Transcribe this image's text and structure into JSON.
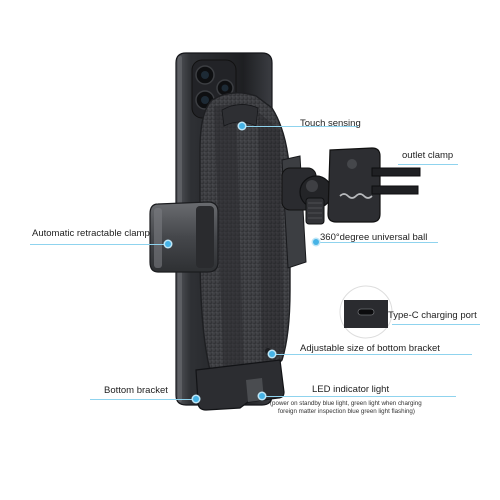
{
  "callouts": {
    "touch_sensing": "Touch sensing",
    "outlet_clamp": "outlet clamp",
    "automatic_clamp": "Automatic retractable clamp",
    "universal_ball": "360°degree universal ball",
    "type_c_port": "Type-C charging port",
    "bottom_size": "Adjustable size of bottom bracket",
    "bottom_bracket": "Bottom bracket",
    "led_light": "LED indicator light",
    "led_note_1": "(power on standby blue light, green light when charging",
    "led_note_2": "foreign matter inspection blue green light flashing)"
  },
  "colors": {
    "leader_line": "#8fd3ee",
    "dot": "#46b3e6",
    "phone_body": "#2b2d31",
    "holder_fabric": "#3a3b3e",
    "clamp": "#4a4c50"
  }
}
